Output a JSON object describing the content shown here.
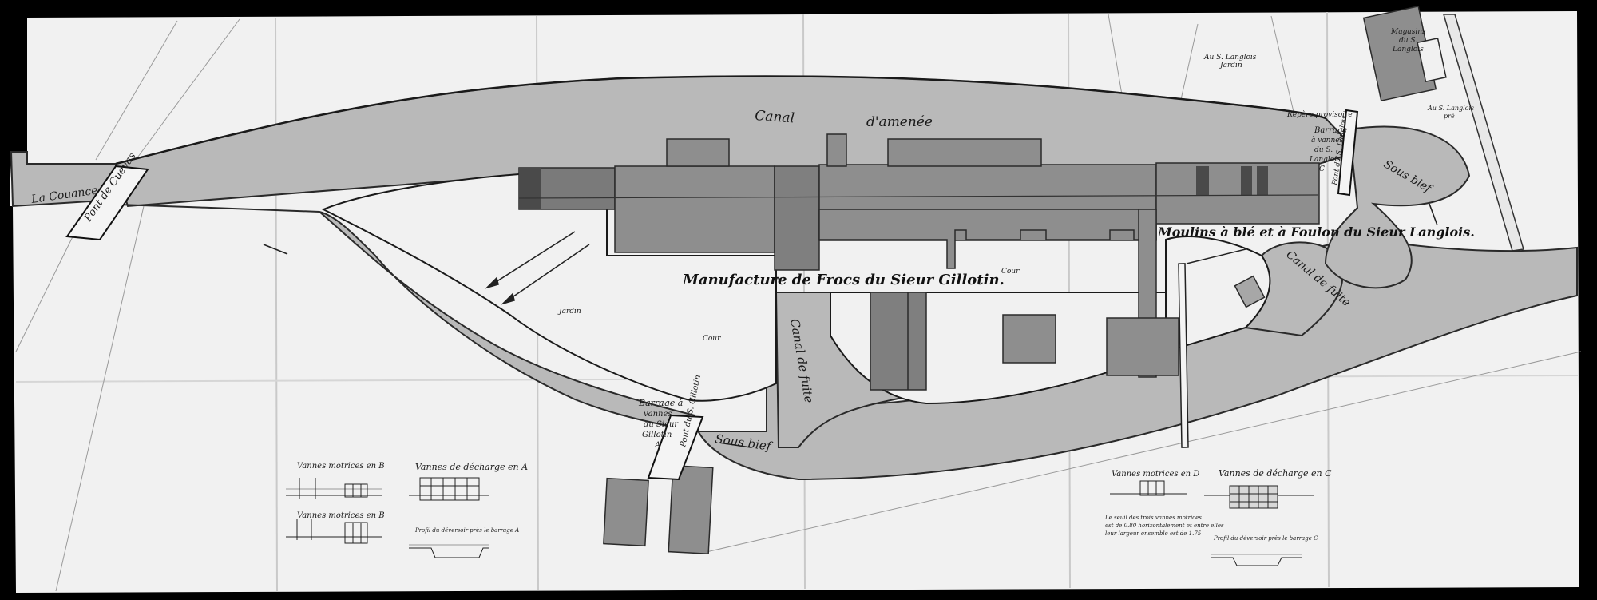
{
  "colors": {
    "background": "#000000",
    "paper": "#f1f1f1",
    "paper_shade": "#e4e4e4",
    "water": "#b9b9b9",
    "water_edge": "#2a2a2a",
    "building": "#8e8e8e",
    "building_dark": "#6f6f6f",
    "ink": "#1a1a1a"
  },
  "labels": {
    "canal_amenee_1": "Canal",
    "canal_amenee_2": "d'amenée",
    "manufacture": "Manufacture de Frocs du Sieur Gillotin.",
    "moulins": "Moulins à blé et à Foulon du Sieur Langlois.",
    "canal_fuite_center": "Canal de fuite",
    "canal_fuite_right": "Canal de fuite",
    "sous_bief_lower": "Sous bief",
    "sous_bief_right": "Sous bief",
    "pont_left": "Pont de Cuevas",
    "river_left": "La Couance",
    "barrage_gillotin_1": "Barrage à",
    "barrage_gillotin_2": "vannes",
    "barrage_gillotin_3": "du Sieur",
    "barrage_gillotin_4": "Gillotin",
    "barrage_gillotin_5": "A",
    "pont_gillotin": "Pont du S. Gillotin",
    "barrage_langlois_1": "Barrage",
    "barrage_langlois_2": "à vannes",
    "barrage_langlois_3": "du S.",
    "barrage_langlois_4": "Langlois",
    "barrage_langlois_5": "C",
    "pont_langlois": "Pont du S. Langlois",
    "repere": "Repère provisoire",
    "jardin_left": "Jardin",
    "jardin_top": "Jardin",
    "cour_left": "Cour",
    "cour_mid": "Cour",
    "magasin_1": "Magasins",
    "magasin_2": "du S.",
    "magasin_3": "Langlois",
    "langlois_top": "Au S. Langlois",
    "langlois_pre_1": "Au S. Langlois",
    "langlois_pre_2": "pré"
  },
  "legend": {
    "vannes_motrices_b": "Vannes motrices en B",
    "vannes_decharge_a": "Vannes de décharge en A",
    "vannes_motrices_b2": "Vannes motrices en B",
    "profil_a": "Profil du déversoir près le barrage A",
    "vannes_motrices_d": "Vannes motrices en D",
    "vannes_decharge_c": "Vannes de décharge en C",
    "note_1": "Le seuil des trois vannes motrices",
    "note_2": "est de 0.80 horizontalement et entre elles",
    "note_3": "leur largeur ensemble est de 1.75",
    "profil_c": "Profil du déversoir près le barrage C"
  }
}
